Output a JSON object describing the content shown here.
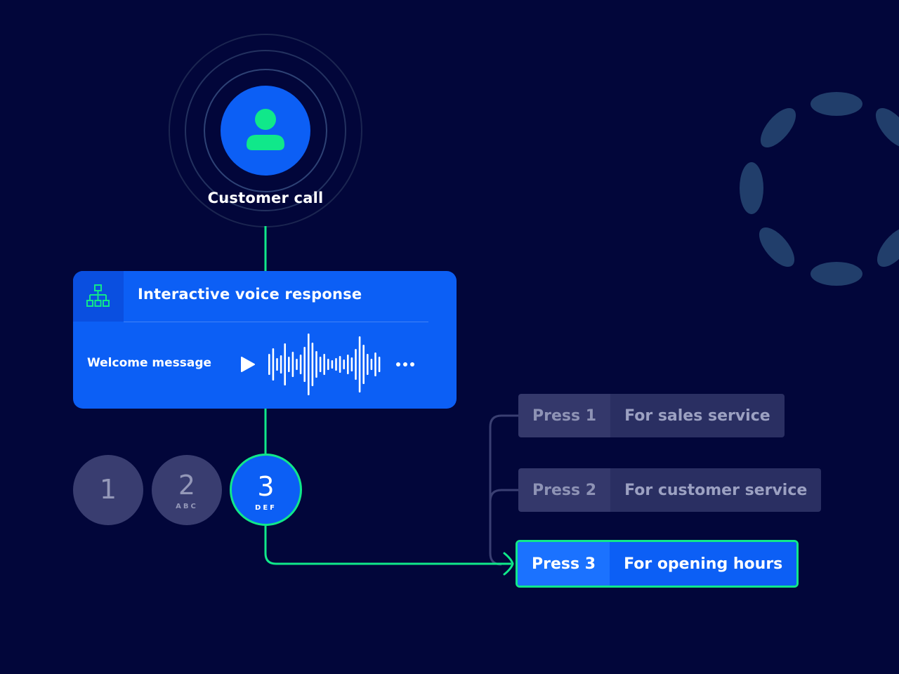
{
  "caller": {
    "label": "Customer call",
    "icon": "person-icon",
    "avatar_color": "#0c5ff5",
    "accent_color": "#10e88a"
  },
  "ivr": {
    "title": "Interactive voice response",
    "icon": "org-chart-icon",
    "welcome_label": "Welcome message",
    "play_icon": "play-icon",
    "more_icon": "more-dots-icon"
  },
  "keypad": [
    {
      "digit": "1",
      "letters": "",
      "selected": false
    },
    {
      "digit": "2",
      "letters": "ABC",
      "selected": false
    },
    {
      "digit": "3",
      "letters": "DEF",
      "selected": true
    }
  ],
  "options": [
    {
      "press": "Press 1",
      "label": "For sales service",
      "selected": false
    },
    {
      "press": "Press 2",
      "label": "For customer service",
      "selected": false
    },
    {
      "press": "Press 3",
      "label": "For opening hours",
      "selected": true
    }
  ],
  "colors": {
    "background": "#02063a",
    "primary": "#0c5ff5",
    "highlight": "#10e88a",
    "muted": "#393d70",
    "decor": "#213e6b"
  }
}
